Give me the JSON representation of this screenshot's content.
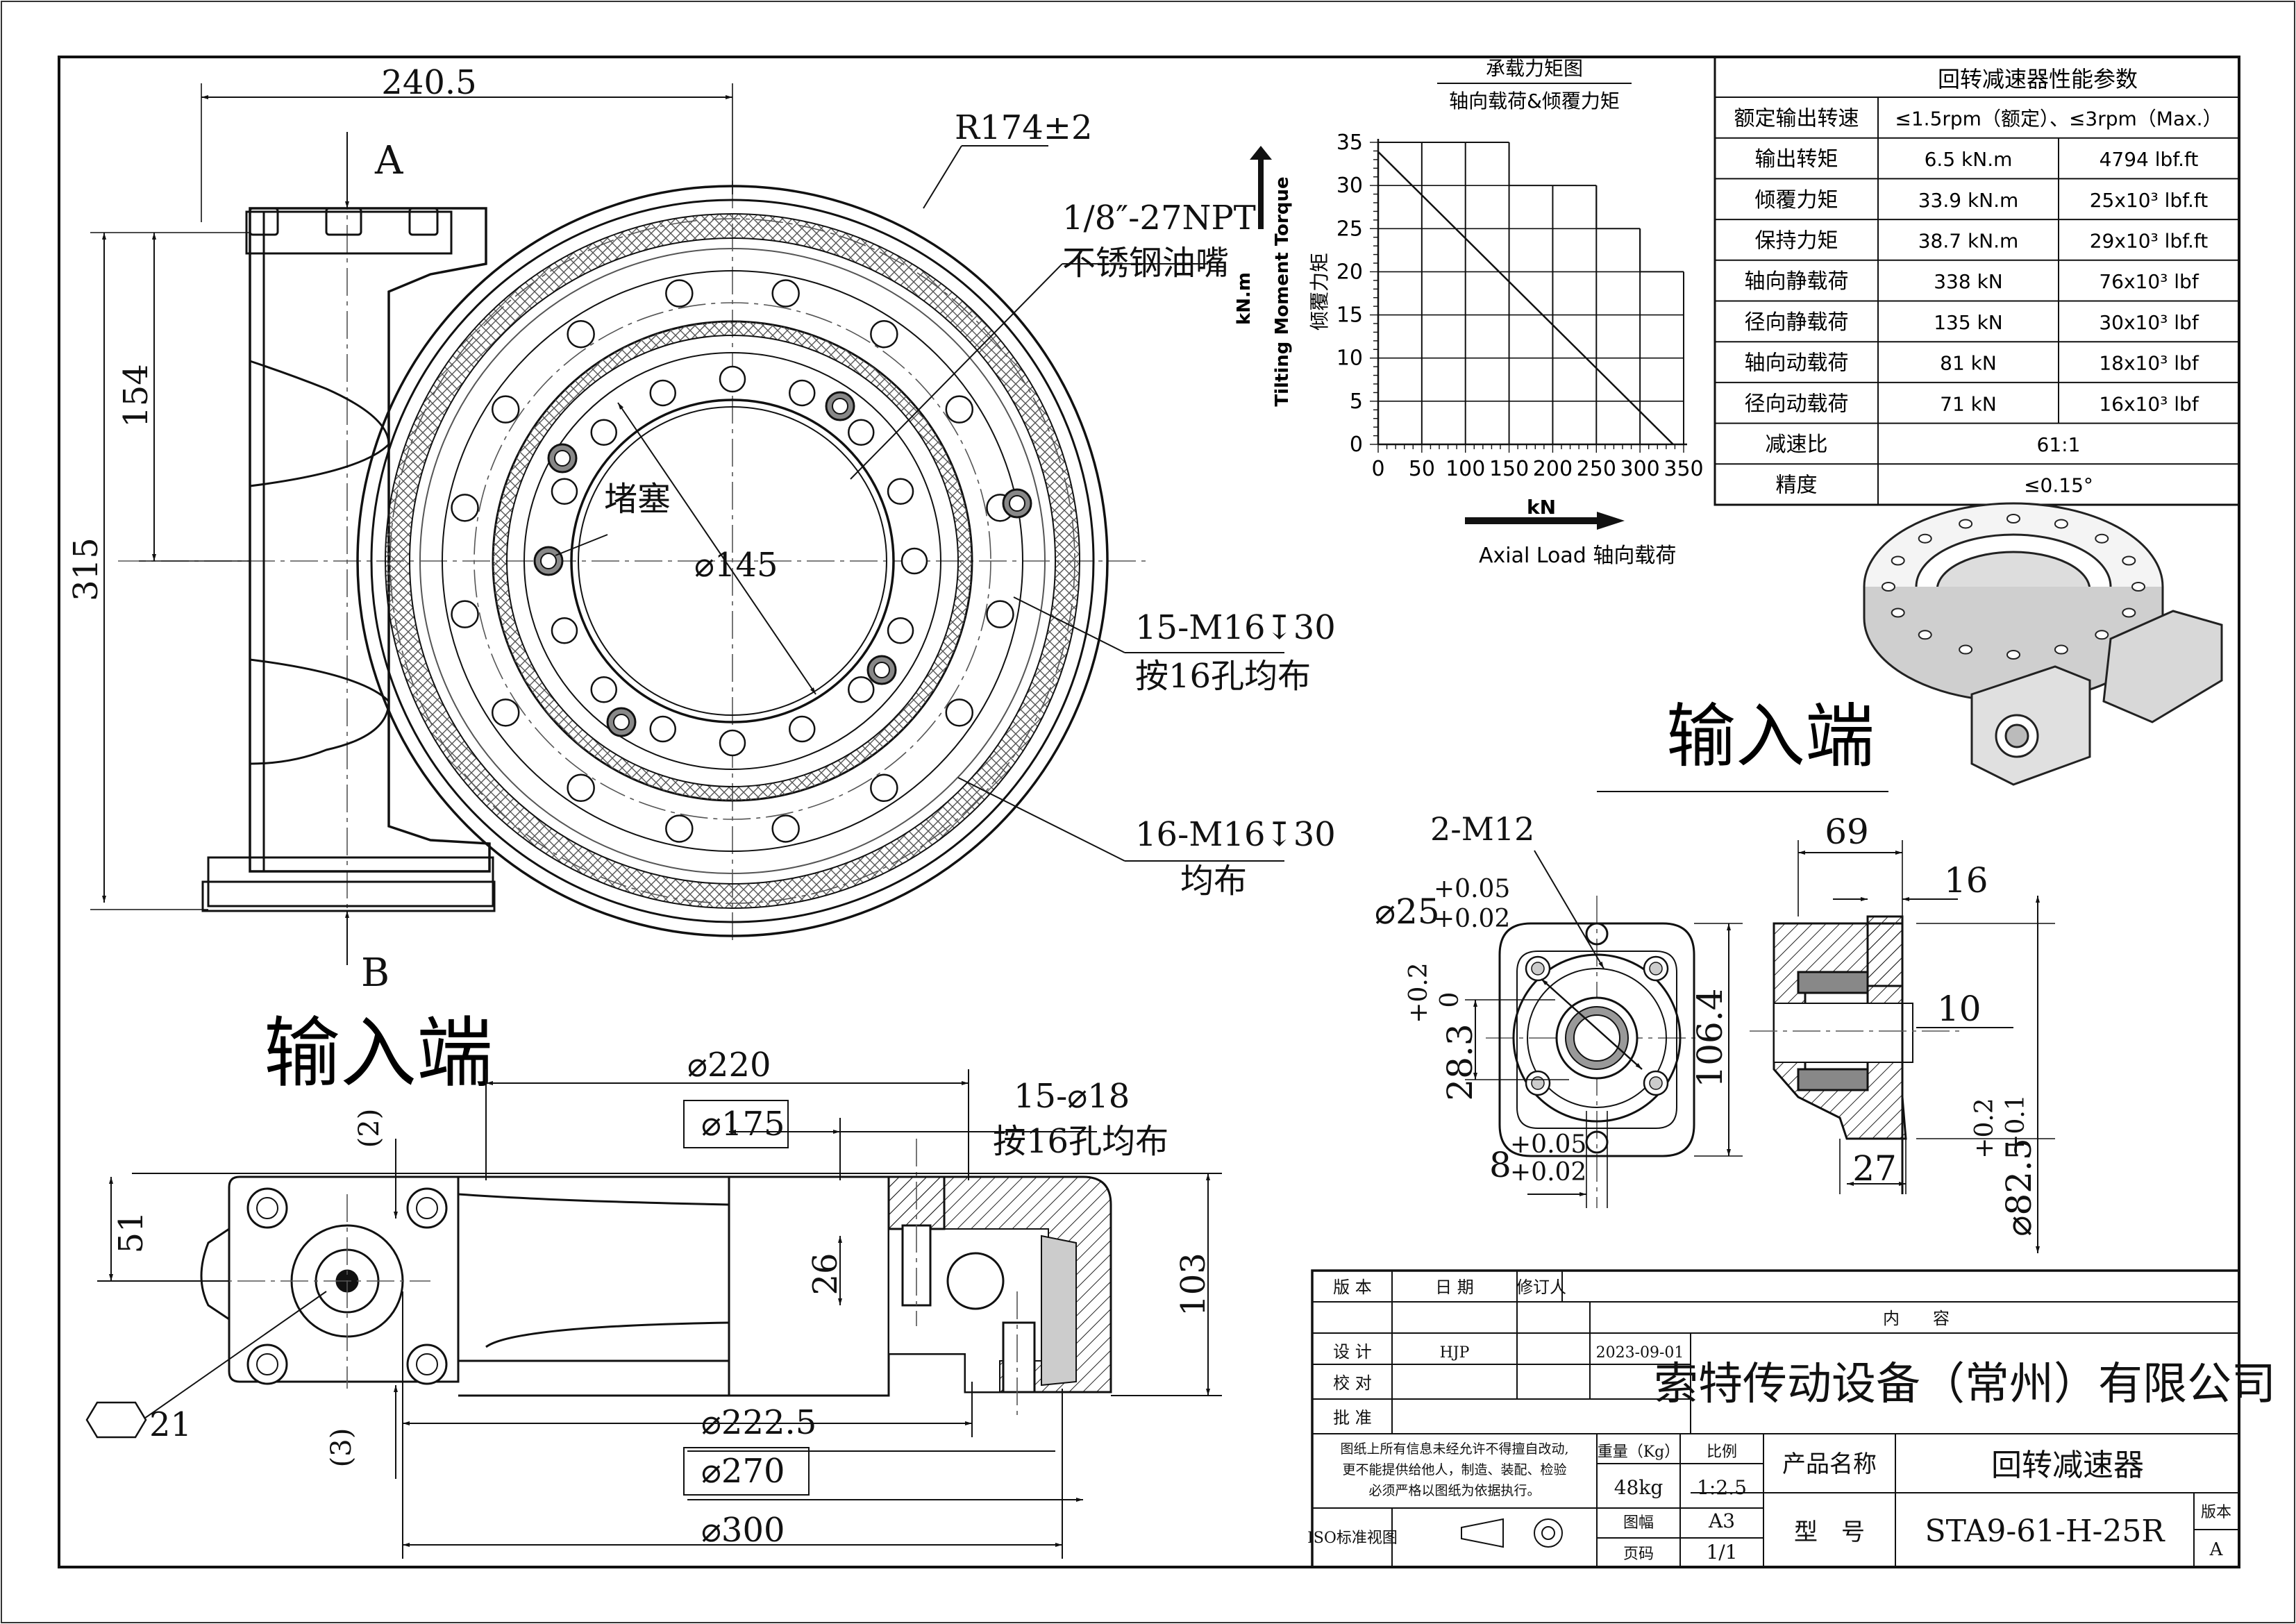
{
  "main_view": {
    "dim_width": "240.5",
    "dim_radius": "R174±2",
    "section_a": "A",
    "section_b": "B",
    "dim_height_total": "315",
    "dim_height_upper": "154",
    "grease_nipple_size": "1/8″-27NPT",
    "grease_nipple_desc": "不锈钢油嘴",
    "plug_label": "堵塞",
    "dim_bore": "⌀145",
    "inner_thread_spec": "15-M16↧30",
    "inner_thread_note": "按16孔均布",
    "outer_thread_spec": "16-M16↧30",
    "outer_thread_note": "均布"
  },
  "load_chart": {
    "title": "承载力矩图",
    "subtitle": "轴向载荷&倾覆力矩",
    "ylabel_unit": "kN.m",
    "ylabel_en": "Tilting Moment Torque",
    "ylabel_cn": "倾覆力矩",
    "xlabel_unit": "kN",
    "xlabel": "Axial Load 轴向载荷"
  },
  "chart_data": {
    "type": "line",
    "title": "承载力矩图",
    "subtitle": "轴向载荷&倾覆力矩",
    "xlabel": "Axial Load 轴向载荷",
    "ylabel": "Tilting Moment Torque 倾覆力矩",
    "xunit": "kN",
    "yunit": "kN.m",
    "xlim": [
      0,
      350
    ],
    "ylim": [
      0,
      35
    ],
    "xticks": [
      0,
      50,
      100,
      150,
      200,
      250,
      300,
      350
    ],
    "yticks": [
      0,
      5,
      10,
      15,
      20,
      25,
      30,
      35
    ],
    "grid": true,
    "series": [
      {
        "x": [
          0,
          338
        ],
        "y": [
          33.9,
          0
        ]
      }
    ],
    "envelope_steps": [
      {
        "x": [
          0,
          50
        ],
        "y": 35
      },
      {
        "x": [
          50,
          100
        ],
        "y": 35
      },
      {
        "x": [
          100,
          150
        ],
        "y": 35
      },
      {
        "x": [
          150,
          200
        ],
        "y": 30
      },
      {
        "x": [
          200,
          250
        ],
        "y": 30
      },
      {
        "x": [
          250,
          300
        ],
        "y": 25
      },
      {
        "x": [
          300,
          350
        ],
        "y": 20
      }
    ]
  },
  "spec_table": {
    "title": "回转减速器性能参数",
    "rows": [
      {
        "label": "额定输出转速",
        "value": "≤1.5rpm（额定）、≤3rpm（Max.）",
        "span": true
      },
      {
        "label": "输出转矩",
        "si": "6.5 kN.m",
        "imp": "4794 lbf.ft"
      },
      {
        "label": "倾覆力矩",
        "si": "33.9 kN.m",
        "imp": "25x10³ lbf.ft"
      },
      {
        "label": "保持力矩",
        "si": "38.7 kN.m",
        "imp": "29x10³ lbf.ft"
      },
      {
        "label": "轴向静载荷",
        "si": "338 kN",
        "imp": "76x10³ lbf"
      },
      {
        "label": "径向静载荷",
        "si": "135 kN",
        "imp": "30x10³ lbf"
      },
      {
        "label": "轴向动载荷",
        "si": "81 kN",
        "imp": "18x10³ lbf"
      },
      {
        "label": "径向动载荷",
        "si": "71 kN",
        "imp": "16x10³ lbf"
      },
      {
        "label": "减速比",
        "value": "61:1",
        "span": true
      },
      {
        "label": "精度",
        "value": "≤0.15°",
        "span": true
      }
    ]
  },
  "input_end": {
    "title_left": "输入端",
    "title_right": "输入端",
    "front": {
      "holes": "2-M12",
      "shaft_dia": "⌀25",
      "shaft_tol_up": "+0.05",
      "shaft_tol_lo": "+0.02",
      "key_depth": "28.3",
      "key_tol_up": "+0.2",
      "key_tol_lo": "0",
      "flange_height": "106.4",
      "key_width": "8",
      "key_w_tol_up": "+0.05",
      "key_w_tol_lo": "+0.02"
    },
    "section": {
      "dim_69": "69",
      "dim_16": "16",
      "dim_10": "10",
      "dim_27": "27",
      "pilot_dia": "⌀82.5",
      "pilot_tol_up": "+0.2",
      "pilot_tol_lo": "+0.1"
    }
  },
  "side_view": {
    "dim_220": "⌀220",
    "dim_175": "⌀175",
    "holes_spec": "15-⌀18",
    "holes_note": "按16孔均布",
    "dim_2": "(2)",
    "dim_51": "51",
    "dim_26": "26",
    "dim_103": "103",
    "hex_size": "21",
    "dim_3": "(3)",
    "dim_2225": "⌀222.5",
    "dim_270": "⌀270",
    "dim_300": "⌀300"
  },
  "title_block": {
    "rev_header": "版 本",
    "date_header": "日 期",
    "reviser_header": "修订人",
    "content_header": "内　　容",
    "design_label": "设 计",
    "designer": "HJP",
    "design_date": "2023-09-01",
    "check_label": "校 对",
    "approve_label": "批 准",
    "company": "索特传动设备（常州）有限公司",
    "notice_1": "图纸上所有信息未经允许不得擅自改动,",
    "notice_2": "更不能提供给他人，制造、装配、检验",
    "notice_3": "必须严格以图纸为依据执行。",
    "iso_label": "ISO标准视图",
    "weight_label": "重量（Kg）",
    "weight": "48kg",
    "scale_label": "比例",
    "scale": "1:2.5",
    "format_label": "图幅",
    "format": "A3",
    "page_label": "页码",
    "page": "1/1",
    "product_name_label": "产品名称",
    "product_name": "回转减速器",
    "model_label": "型　号",
    "model": "STA9-61-H-25R",
    "version_label": "版本",
    "version": "A"
  }
}
